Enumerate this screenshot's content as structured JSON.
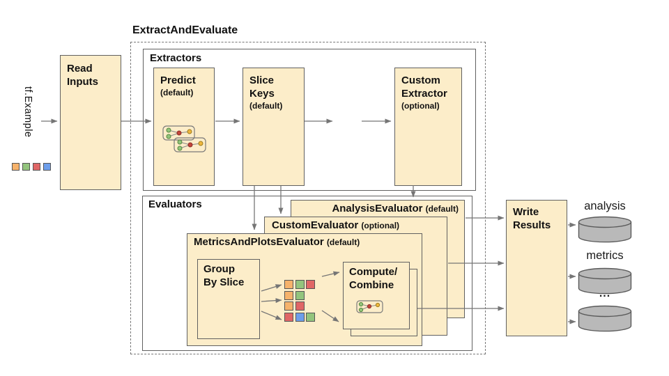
{
  "colors": {
    "box_fill": "#FCEDC9",
    "box_border": "#606060",
    "dashed_border": "#767676",
    "arrow": "#757575",
    "cylinder_fill": "#B9B9B9",
    "cylinder_border": "#5A5A5A",
    "orange": "#F6B26B",
    "green": "#93C47D",
    "red": "#E06666",
    "blue": "#6D9EEB"
  },
  "pipeline": {
    "title": "ExtractAndEvaluate",
    "input_label": "tf.Example",
    "ellipsis": "..."
  },
  "legend_squares": [
    "orange",
    "green",
    "red",
    "blue"
  ],
  "read_inputs": {
    "label": "Read Inputs"
  },
  "extractors": {
    "label": "Extractors",
    "predict": {
      "name": "Predict",
      "qualifier": "(default)"
    },
    "slice_keys": {
      "name": "Slice Keys",
      "qualifier": "(default)"
    },
    "custom": {
      "name": "Custom Extractor",
      "qualifier": "(optional)"
    }
  },
  "evaluators": {
    "label": "Evaluators",
    "stack": [
      {
        "name": "AnalysisEvaluator",
        "qualifier": "(default)"
      },
      {
        "name": "CustomEvaluator",
        "qualifier": "(optional)"
      },
      {
        "name": "MetricsAndPlotsEvaluator",
        "qualifier": "(default)"
      }
    ],
    "group_by_slice": {
      "label": "Group By Slice"
    },
    "compute_combine": {
      "line1": "Compute/",
      "line2": "Combine"
    }
  },
  "grid_rows": [
    [
      "orange",
      "green",
      "red"
    ],
    [
      "orange",
      "green"
    ],
    [
      "orange",
      "red"
    ],
    [
      "red",
      "blue",
      "green"
    ]
  ],
  "write_results": {
    "label": "Write Results"
  },
  "outputs": [
    "analysis",
    "metrics",
    "..."
  ]
}
